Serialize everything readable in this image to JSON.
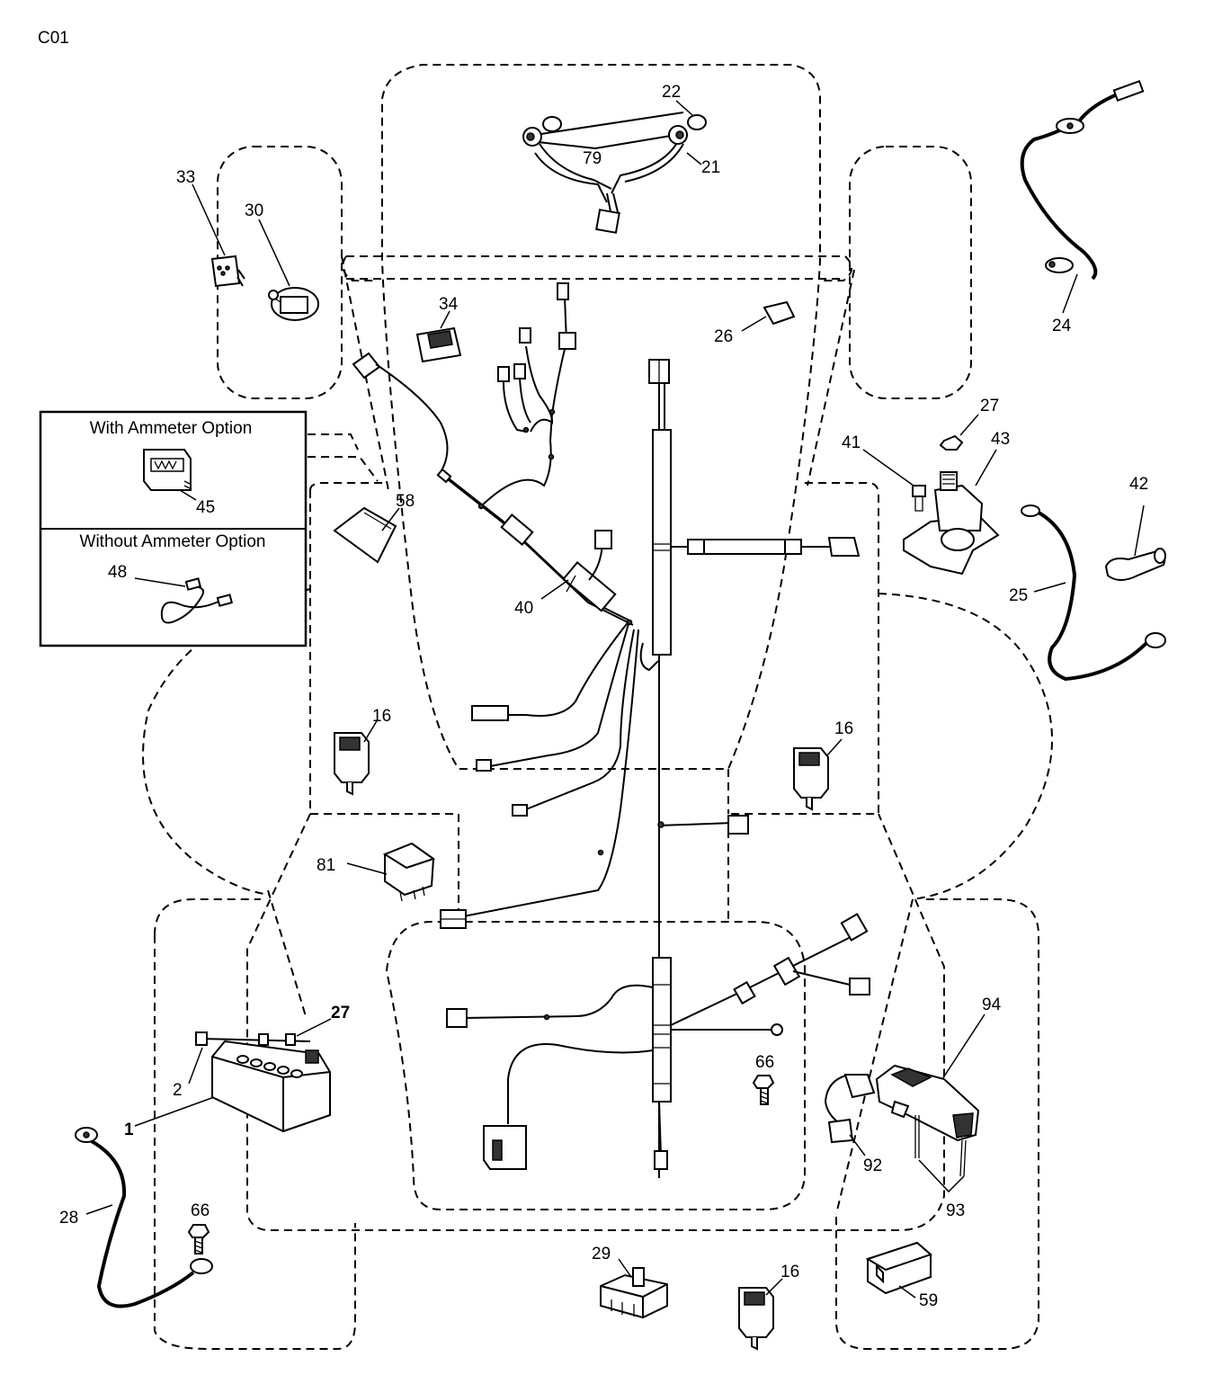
{
  "page_code": "C01",
  "option_box": {
    "with_title": "With Ammeter Option",
    "without_title": "Without Ammeter Option"
  },
  "callouts": [
    {
      "key": "c22",
      "text": "22"
    },
    {
      "key": "c79",
      "text": "79"
    },
    {
      "key": "c21",
      "text": "21"
    },
    {
      "key": "c33",
      "text": "33"
    },
    {
      "key": "c30",
      "text": "30"
    },
    {
      "key": "c34",
      "text": "34"
    },
    {
      "key": "c26",
      "text": "26"
    },
    {
      "key": "c24",
      "text": "24"
    },
    {
      "key": "c27a",
      "text": "27"
    },
    {
      "key": "c41",
      "text": "41"
    },
    {
      "key": "c43",
      "text": "43"
    },
    {
      "key": "c42",
      "text": "42"
    },
    {
      "key": "c25",
      "text": "25"
    },
    {
      "key": "c45",
      "text": "45"
    },
    {
      "key": "c48",
      "text": "48"
    },
    {
      "key": "c58",
      "text": "58"
    },
    {
      "key": "c40",
      "text": "40"
    },
    {
      "key": "c16a",
      "text": "16"
    },
    {
      "key": "c16b",
      "text": "16"
    },
    {
      "key": "c81",
      "text": "81"
    },
    {
      "key": "c27b",
      "text": "27"
    },
    {
      "key": "c2",
      "text": "2"
    },
    {
      "key": "c1",
      "text": "1"
    },
    {
      "key": "c28",
      "text": "28"
    },
    {
      "key": "c66a",
      "text": "66"
    },
    {
      "key": "c66b",
      "text": "66"
    },
    {
      "key": "c94",
      "text": "94"
    },
    {
      "key": "c92",
      "text": "92"
    },
    {
      "key": "c93",
      "text": "93"
    },
    {
      "key": "c29",
      "text": "29"
    },
    {
      "key": "c16c",
      "text": "16"
    },
    {
      "key": "c59",
      "text": "59"
    }
  ]
}
